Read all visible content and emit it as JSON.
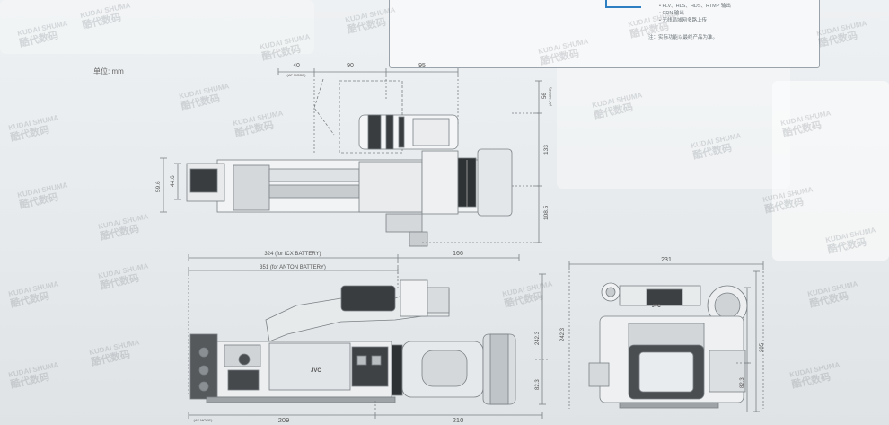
{
  "unit_label": "单位: mm",
  "spec_box": {
    "lines": [
      "• FLV、HLS、HDS、RTMP 输出",
      "• CDN 输出",
      "• 无线局域网多路上传"
    ],
    "note": "注：实际功能以最终产品为准。"
  },
  "dimensions": {
    "top": {
      "d40": "40",
      "d40_note": "(AF MODE)",
      "d90": "90",
      "d95": "95",
      "d56": "56",
      "d56_note": "(AF MODE)",
      "d133": "133",
      "d44_6": "44.6",
      "d59_6": "59.6",
      "d108_5": "108.5"
    },
    "side": {
      "icx_battery": "324 (for ICX BATTERY)",
      "anton_battery": "351 (for ANTON BATTERY)",
      "d166": "166",
      "d209": "209",
      "d210": "210",
      "d242_3": "242.3",
      "d82_3": "82.3",
      "af_mode": "(AF MODE)"
    },
    "front": {
      "d231": "231",
      "d285": "285",
      "d242_3": "242.3",
      "d82_3": "82.3"
    }
  },
  "brand_mark": "JVC",
  "watermark": {
    "logo": "KUDAI SHUMA",
    "cn": "酷代数码"
  }
}
